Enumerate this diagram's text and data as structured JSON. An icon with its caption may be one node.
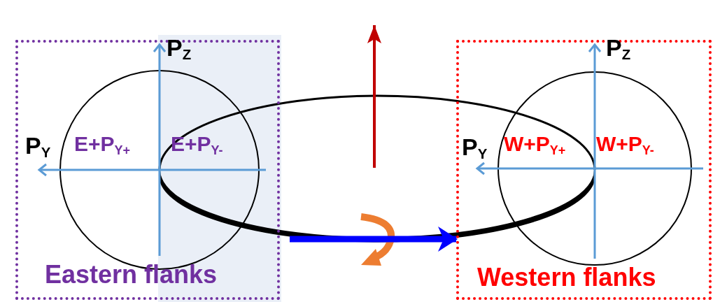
{
  "diagram": {
    "nodes": [
      {
        "text": [
          "P$_{Z}$",
          "P$_{Y}$",
          "E+P$_{Y+}$",
          "E+P$_{Y-}$",
          "Eastern flanks"
        ]
      },
      {
        "text": [
          "P$_{Z}$",
          "P$_{Y}$",
          "W+P$_{Y+}$",
          "W+P$_{Y-}$",
          "Western flanks"
        ]
      }
    ],
    "edges": [
      {
        "from": 0,
        "to": 1,
        "arrow": "to",
        "color": "#0000ff"
      }
    ]
  }
}
